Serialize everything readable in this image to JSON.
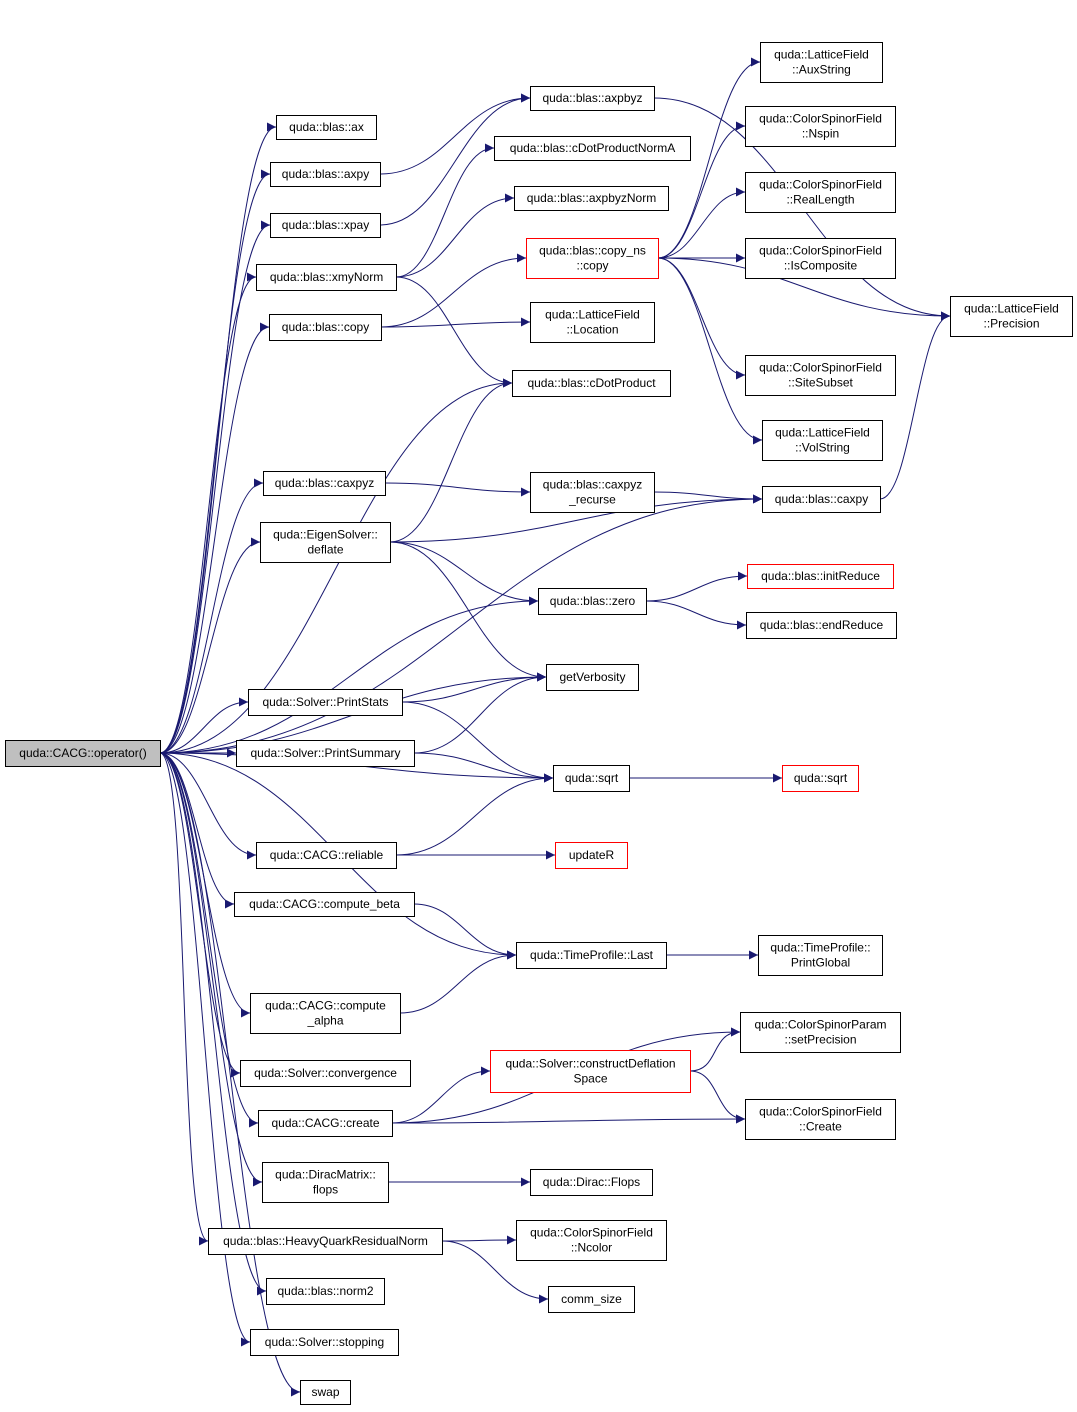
{
  "colors": {
    "edge": "#191970",
    "node_border": "#000000",
    "node_border_incomplete": "#ff0000",
    "root_fill": "#bfbfbf",
    "node_fill": "#ffffff"
  },
  "nodes": [
    {
      "id": "root",
      "lines": [
        "quda::CACG::operator()"
      ],
      "kind": "root"
    },
    {
      "id": "ax",
      "lines": [
        "quda::blas::ax"
      ]
    },
    {
      "id": "axpy",
      "lines": [
        "quda::blas::axpy"
      ]
    },
    {
      "id": "xpay",
      "lines": [
        "quda::blas::xpay"
      ]
    },
    {
      "id": "xmyNorm",
      "lines": [
        "quda::blas::xmyNorm"
      ]
    },
    {
      "id": "copy",
      "lines": [
        "quda::blas::copy"
      ]
    },
    {
      "id": "caxpyz",
      "lines": [
        "quda::blas::caxpyz"
      ]
    },
    {
      "id": "deflate",
      "lines": [
        "quda::EigenSolver::",
        "deflate"
      ]
    },
    {
      "id": "printStats",
      "lines": [
        "quda::Solver::PrintStats"
      ]
    },
    {
      "id": "printSummary",
      "lines": [
        "quda::Solver::PrintSummary"
      ]
    },
    {
      "id": "reliable",
      "lines": [
        "quda::CACG::reliable"
      ]
    },
    {
      "id": "computeBeta",
      "lines": [
        "quda::CACG::compute_beta"
      ]
    },
    {
      "id": "computeAlpha",
      "lines": [
        "quda::CACG::compute",
        "_alpha"
      ]
    },
    {
      "id": "convergence",
      "lines": [
        "quda::Solver::convergence"
      ]
    },
    {
      "id": "create",
      "lines": [
        "quda::CACG::create"
      ]
    },
    {
      "id": "flops",
      "lines": [
        "quda::DiracMatrix::",
        "flops"
      ]
    },
    {
      "id": "hqrNorm",
      "lines": [
        "quda::blas::HeavyQuarkResidualNorm"
      ]
    },
    {
      "id": "norm2",
      "lines": [
        "quda::blas::norm2"
      ]
    },
    {
      "id": "stopping",
      "lines": [
        "quda::Solver::stopping"
      ]
    },
    {
      "id": "swap",
      "lines": [
        "swap"
      ]
    },
    {
      "id": "axpbyz",
      "lines": [
        "quda::blas::axpbyz"
      ]
    },
    {
      "id": "cDotNormA",
      "lines": [
        "quda::blas::cDotProductNormA"
      ]
    },
    {
      "id": "axpbyzNorm",
      "lines": [
        "quda::blas::axpbyzNorm"
      ]
    },
    {
      "id": "copyNs",
      "lines": [
        "quda::blas::copy_ns",
        "::copy"
      ],
      "kind": "incomplete"
    },
    {
      "id": "location",
      "lines": [
        "quda::LatticeField",
        "::Location"
      ]
    },
    {
      "id": "cDot",
      "lines": [
        "quda::blas::cDotProduct"
      ]
    },
    {
      "id": "caxpyzRec",
      "lines": [
        "quda::blas::caxpyz",
        "_recurse"
      ]
    },
    {
      "id": "zero",
      "lines": [
        "quda::blas::zero"
      ]
    },
    {
      "id": "getVerbosity",
      "lines": [
        "getVerbosity"
      ]
    },
    {
      "id": "sqrt1",
      "lines": [
        "quda::sqrt"
      ]
    },
    {
      "id": "updateR",
      "lines": [
        "updateR"
      ],
      "kind": "incomplete"
    },
    {
      "id": "tpLast",
      "lines": [
        "quda::TimeProfile::Last"
      ]
    },
    {
      "id": "constructDefl",
      "lines": [
        "quda::Solver::constructDeflation",
        "Space"
      ],
      "kind": "incomplete"
    },
    {
      "id": "diracFlops",
      "lines": [
        "quda::Dirac::Flops"
      ]
    },
    {
      "id": "ncolor",
      "lines": [
        "quda::ColorSpinorField",
        "::Ncolor"
      ]
    },
    {
      "id": "commSize",
      "lines": [
        "comm_size"
      ]
    },
    {
      "id": "auxString",
      "lines": [
        "quda::LatticeField",
        "::AuxString"
      ]
    },
    {
      "id": "nspin",
      "lines": [
        "quda::ColorSpinorField",
        "::Nspin"
      ]
    },
    {
      "id": "realLength",
      "lines": [
        "quda::ColorSpinorField",
        "::RealLength"
      ]
    },
    {
      "id": "isComposite",
      "lines": [
        "quda::ColorSpinorField",
        "::IsComposite"
      ]
    },
    {
      "id": "siteSubset",
      "lines": [
        "quda::ColorSpinorField",
        "::SiteSubset"
      ]
    },
    {
      "id": "volString",
      "lines": [
        "quda::LatticeField",
        "::VolString"
      ]
    },
    {
      "id": "caxpy",
      "lines": [
        "quda::blas::caxpy"
      ]
    },
    {
      "id": "initReduce",
      "lines": [
        "quda::blas::initReduce"
      ],
      "kind": "incomplete"
    },
    {
      "id": "endReduce",
      "lines": [
        "quda::blas::endReduce"
      ]
    },
    {
      "id": "sqrt2",
      "lines": [
        "quda::sqrt"
      ],
      "kind": "incomplete"
    },
    {
      "id": "printGlobal",
      "lines": [
        "quda::TimeProfile::",
        "PrintGlobal"
      ]
    },
    {
      "id": "setPrecision",
      "lines": [
        "quda::ColorSpinorParam",
        "::setPrecision"
      ]
    },
    {
      "id": "csfCreate",
      "lines": [
        "quda::ColorSpinorField",
        "::Create"
      ]
    },
    {
      "id": "precision",
      "lines": [
        "quda::LatticeField",
        "::Precision"
      ]
    }
  ],
  "edges": [
    [
      "root",
      "ax"
    ],
    [
      "root",
      "axpy"
    ],
    [
      "root",
      "xpay"
    ],
    [
      "root",
      "xmyNorm"
    ],
    [
      "root",
      "copy"
    ],
    [
      "root",
      "cDot"
    ],
    [
      "root",
      "caxpy"
    ],
    [
      "root",
      "caxpyz"
    ],
    [
      "root",
      "deflate"
    ],
    [
      "root",
      "zero"
    ],
    [
      "root",
      "getVerbosity"
    ],
    [
      "root",
      "printStats"
    ],
    [
      "root",
      "printSummary"
    ],
    [
      "root",
      "sqrt1"
    ],
    [
      "root",
      "reliable"
    ],
    [
      "root",
      "computeBeta"
    ],
    [
      "root",
      "tpLast"
    ],
    [
      "root",
      "computeAlpha"
    ],
    [
      "root",
      "convergence"
    ],
    [
      "root",
      "create"
    ],
    [
      "root",
      "flops"
    ],
    [
      "root",
      "hqrNorm"
    ],
    [
      "root",
      "norm2"
    ],
    [
      "root",
      "stopping"
    ],
    [
      "root",
      "swap"
    ],
    [
      "axpy",
      "axpbyz"
    ],
    [
      "xpay",
      "axpbyz"
    ],
    [
      "xmyNorm",
      "cDotNormA"
    ],
    [
      "xmyNorm",
      "axpbyzNorm"
    ],
    [
      "xmyNorm",
      "cDot"
    ],
    [
      "copy",
      "copyNs"
    ],
    [
      "copy",
      "location"
    ],
    [
      "axpbyz",
      "precision"
    ],
    [
      "copyNs",
      "auxString"
    ],
    [
      "copyNs",
      "nspin"
    ],
    [
      "copyNs",
      "realLength"
    ],
    [
      "copyNs",
      "isComposite"
    ],
    [
      "copyNs",
      "precision"
    ],
    [
      "copyNs",
      "siteSubset"
    ],
    [
      "copyNs",
      "volString"
    ],
    [
      "caxpyz",
      "caxpyzRec"
    ],
    [
      "caxpyzRec",
      "caxpy"
    ],
    [
      "caxpy",
      "precision"
    ],
    [
      "deflate",
      "cDot"
    ],
    [
      "deflate",
      "caxpy"
    ],
    [
      "deflate",
      "zero"
    ],
    [
      "deflate",
      "getVerbosity"
    ],
    [
      "zero",
      "initReduce"
    ],
    [
      "zero",
      "endReduce"
    ],
    [
      "printStats",
      "getVerbosity"
    ],
    [
      "printStats",
      "sqrt1"
    ],
    [
      "printSummary",
      "getVerbosity"
    ],
    [
      "printSummary",
      "sqrt1"
    ],
    [
      "sqrt1",
      "sqrt2"
    ],
    [
      "reliable",
      "sqrt1"
    ],
    [
      "reliable",
      "updateR"
    ],
    [
      "computeBeta",
      "tpLast"
    ],
    [
      "computeAlpha",
      "tpLast"
    ],
    [
      "tpLast",
      "printGlobal"
    ],
    [
      "create",
      "setPrecision"
    ],
    [
      "create",
      "constructDefl"
    ],
    [
      "create",
      "csfCreate"
    ],
    [
      "constructDefl",
      "setPrecision"
    ],
    [
      "constructDefl",
      "csfCreate"
    ],
    [
      "flops",
      "diracFlops"
    ],
    [
      "hqrNorm",
      "ncolor"
    ],
    [
      "hqrNorm",
      "commSize"
    ]
  ]
}
